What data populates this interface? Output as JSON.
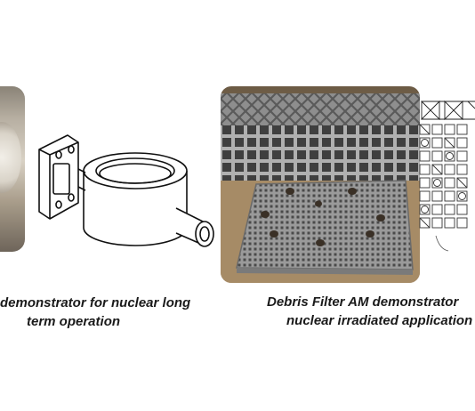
{
  "figure": {
    "caption_left": {
      "line1": "demonstrator for nuclear long",
      "line2": "term operation"
    },
    "caption_right": {
      "line1": "Debris Filter AM demonstrator",
      "line2": "nuclear irradiated application"
    }
  },
  "colors": {
    "background": "#ffffff",
    "caption_text": "#1a1a1a",
    "metal_light": "#a9a9a9",
    "metal_dark": "#4a4a4a"
  }
}
